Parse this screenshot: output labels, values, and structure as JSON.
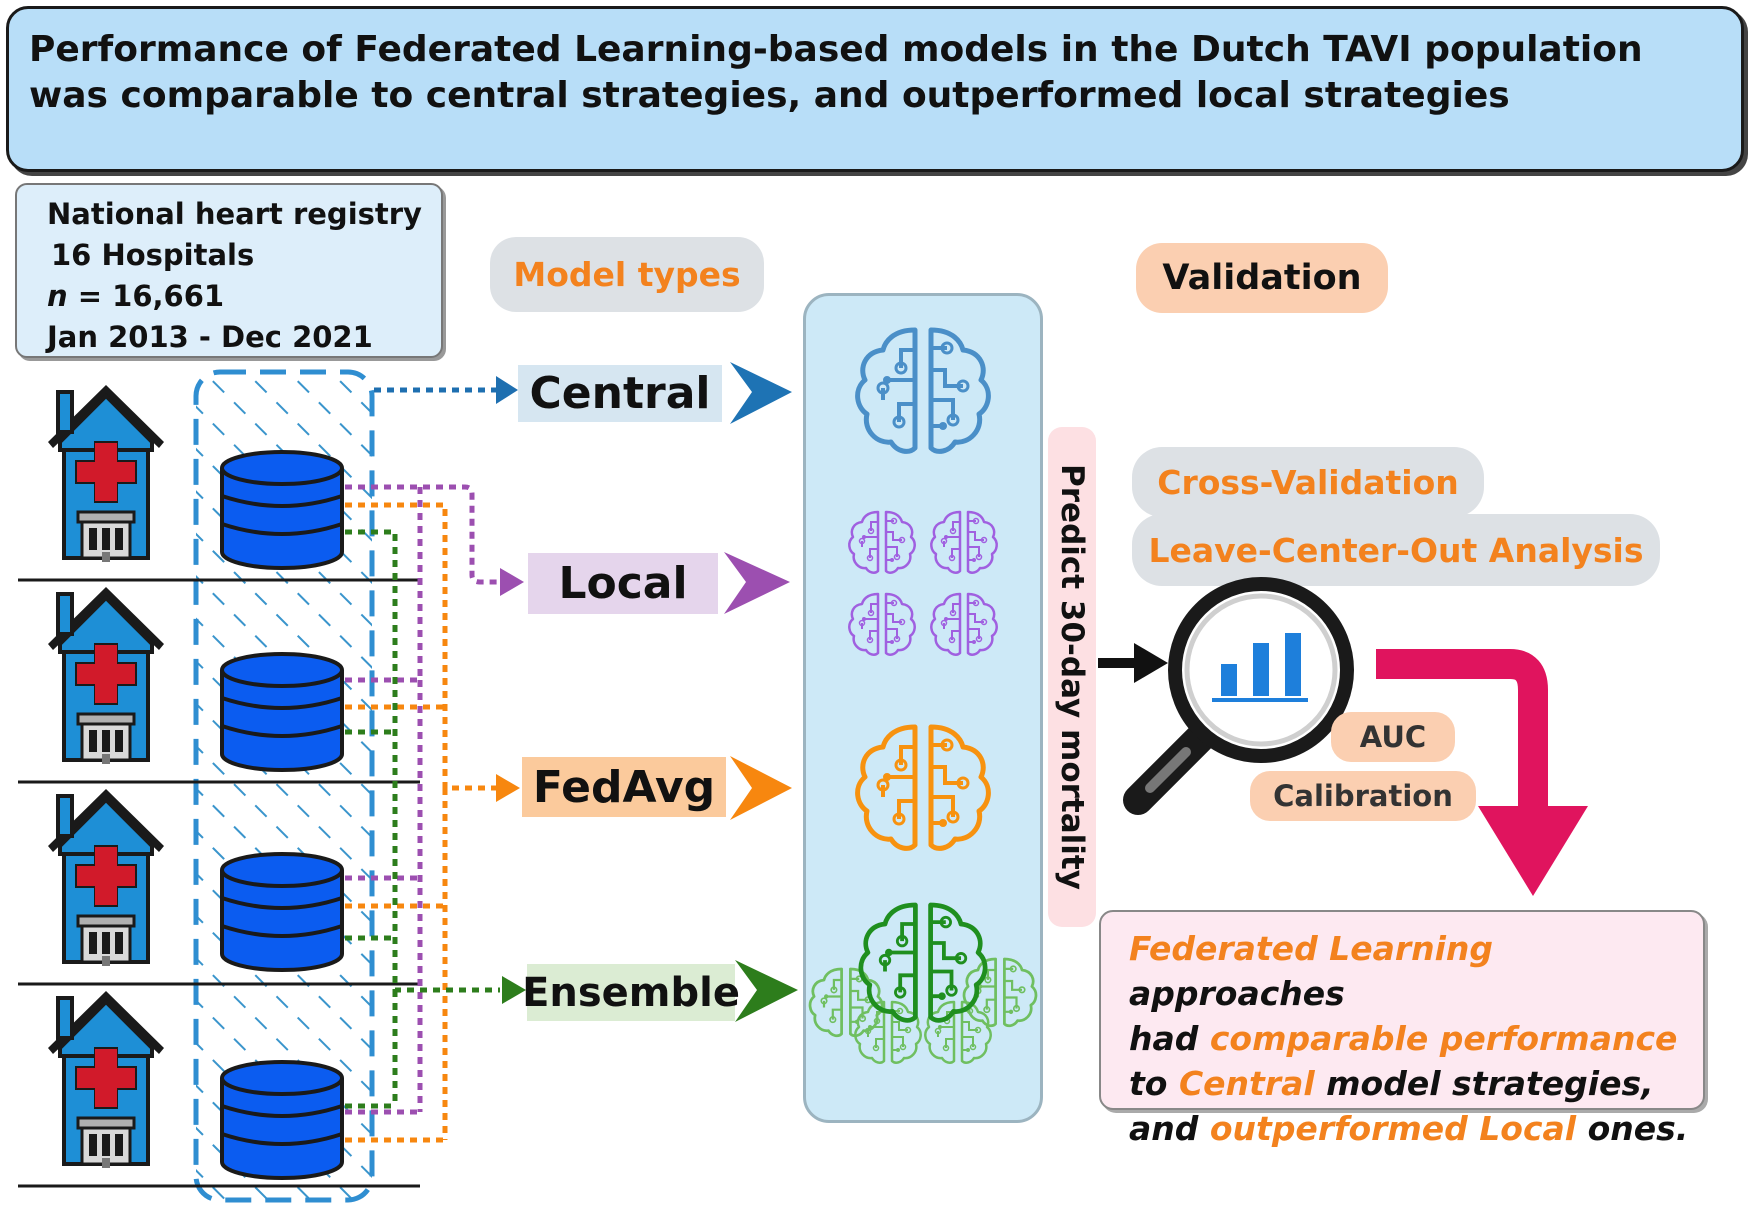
{
  "title": {
    "line1": "Performance of Federated Learning-based models in the Dutch TAVI population",
    "line2": "was comparable to central strategies, and outperformed local strategies"
  },
  "registry": {
    "line1": "National heart registry",
    "line2": "16 Hospitals",
    "n_symbol": "n",
    "n_value": "= 16,661",
    "line4": "Jan 2013 - Dec 2021"
  },
  "model_types_label": "Model types",
  "models": [
    {
      "label": "Central",
      "color": "#1e73b4"
    },
    {
      "label": "Local",
      "color": "#9c4fb0"
    },
    {
      "label": "FedAvg",
      "color": "#f7870f"
    },
    {
      "label": "Ensemble",
      "color": "#2d7d1c"
    }
  ],
  "predict_label": "Predict 30-day mortality",
  "validation": {
    "title": "Validation",
    "methods": [
      "Cross-Validation",
      "Leave-Center-Out Analysis"
    ],
    "metrics": [
      "AUC",
      "Calibration"
    ]
  },
  "conclusion": {
    "p1": "Federated Learning",
    "p2": " approaches",
    "p3": "had ",
    "p4": "comparable performance",
    "p5": "to ",
    "p6": "Central",
    "p7": " model strategies,",
    "p8": "and ",
    "p9": "outperformed Local",
    "p10": " ones."
  },
  "colors": {
    "title_bg": "#b8def8",
    "house_blue": "#1e8fd6",
    "cross_red": "#d11a2a",
    "database_blue": "#0b5cf0",
    "highlight_orange": "#f3821e",
    "result_arrow": "#e0145e"
  },
  "icons": [
    "hospital-icon",
    "database-icon",
    "brain-circuit-icon",
    "magnifier-chart-icon"
  ]
}
